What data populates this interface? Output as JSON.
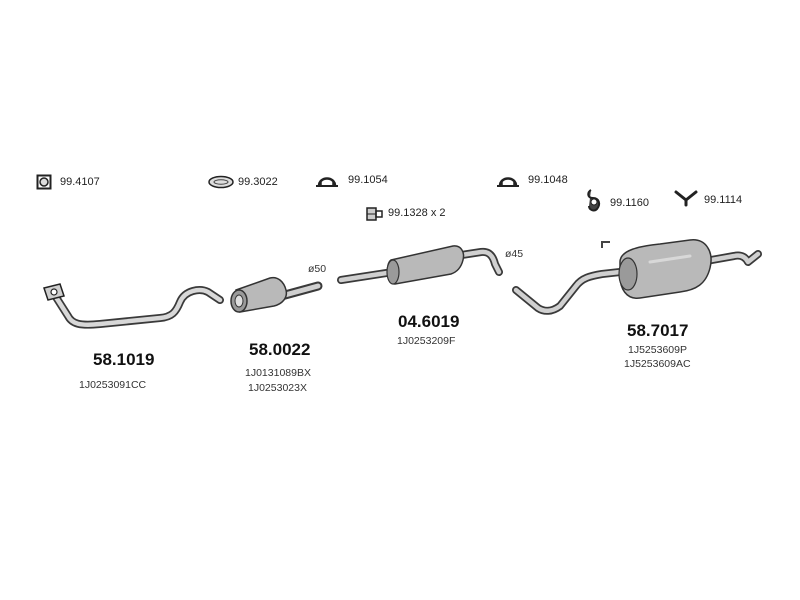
{
  "accessories": [
    {
      "code": "99.4107",
      "icon": "square-clamp-icon"
    },
    {
      "code": "99.3022",
      "icon": "oval-gasket-icon"
    },
    {
      "code": "99.1054",
      "icon": "exhaust-clamp-icon"
    },
    {
      "code": "99.1048",
      "icon": "exhaust-clamp-icon"
    },
    {
      "code": "99.1328 x 2",
      "icon": "mounting-bracket-icon"
    },
    {
      "code": "99.1160",
      "icon": "rubber-hanger-icon"
    },
    {
      "code": "99.1114",
      "icon": "y-hanger-icon"
    }
  ],
  "parts": [
    {
      "number": "58.1019",
      "oem": [
        "1J0253091CC"
      ],
      "icon": "front-pipe-icon"
    },
    {
      "number": "58.0022",
      "oem": [
        "1J0131089BX",
        "1J0253023X"
      ],
      "icon": "catalytic-converter-icon",
      "diameter": "ø50"
    },
    {
      "number": "04.6019",
      "oem": [
        "1J0253209F"
      ],
      "icon": "middle-silencer-icon",
      "diameter": "ø45"
    },
    {
      "number": "58.7017",
      "oem": [
        "1J5253609P",
        "1J5253609AC"
      ],
      "icon": "rear-silencer-icon"
    }
  ],
  "colors": {
    "line": "#3a3a3a",
    "fill": "#b9b9b9",
    "fill_dark": "#8e8e8e"
  }
}
